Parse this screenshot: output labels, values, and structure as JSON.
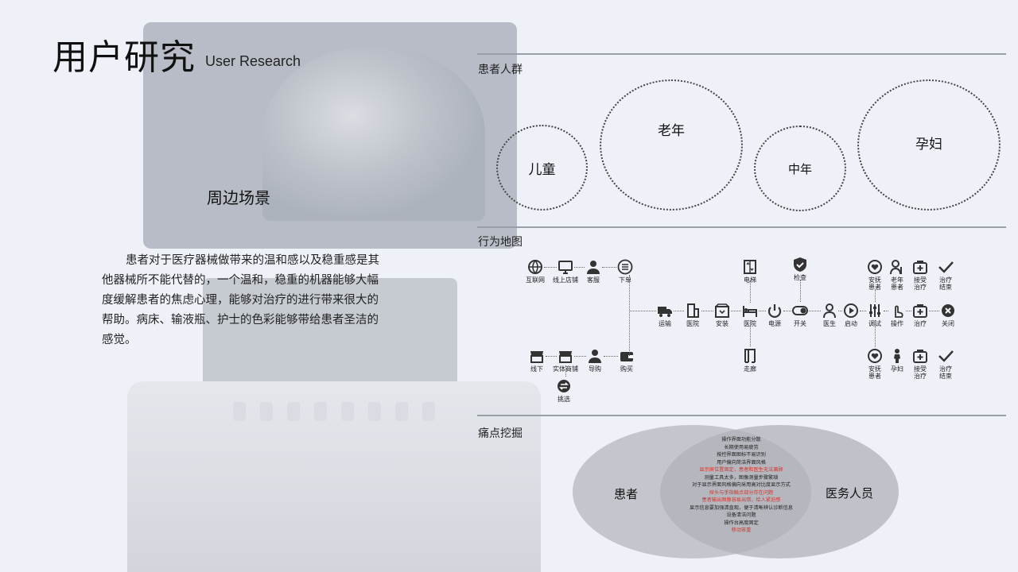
{
  "header": {
    "title_cn": "用户研究",
    "title_en": "User Research"
  },
  "scene": {
    "title": "周边场景",
    "description": "患者对于医疗器械做带来的温和感以及稳重感是其他器械所不能代替的，一个温和，稳重的机器能够大幅度缓解患者的焦虑心理，能够对治疗的进行带来很大的帮助。病床、输液瓶、护士的色彩能够带给患者圣洁的感觉。"
  },
  "patients": {
    "label": "患者人群",
    "groups": [
      "儿童",
      "老年",
      "中年",
      "孕妇"
    ]
  },
  "behavior": {
    "label": "行为地图",
    "top_left": [
      "互联网",
      "线上店铺",
      "客服",
      "下单"
    ],
    "bottom_left": [
      "线下",
      "实体商铺",
      "导购",
      "购买",
      "挑选"
    ],
    "main_row": [
      "运输",
      "医院",
      "安装",
      "医院",
      "电源",
      "开关",
      "医生",
      "启动",
      "调试",
      "操作",
      "治疗",
      "关闭"
    ],
    "branch_up": [
      "电梯",
      "检查"
    ],
    "branch_down": [
      "走廊"
    ],
    "top_right": [
      "安抚\n患者",
      "老年\n患者",
      "接受\n治疗",
      "治疗\n结束"
    ],
    "bottom_right": [
      "安抚\n患者",
      "孕妇",
      "接受\n治疗",
      "治疗\n结束"
    ]
  },
  "pain_points": {
    "label": "痛点挖掘",
    "left": "患者",
    "right": "医务人员",
    "items": [
      {
        "text": "操作界面功能分散",
        "red": false
      },
      {
        "text": "长期使用易疲劳",
        "red": false
      },
      {
        "text": "按控界面图标不易识别",
        "red": false
      },
      {
        "text": "用户偏向简洁界面风格",
        "red": false
      },
      {
        "text": "显示屏位置固定，患者和医生无法兼顾",
        "red": true
      },
      {
        "text": "测量工具太多，图像测量步骤繁琐",
        "red": false
      },
      {
        "text": "对于显示界面风格偏向采用高对比度显示方式",
        "red": false
      },
      {
        "text": "探头与手指触点部分存在问题",
        "red": true
      },
      {
        "text": "患者输出图像容易出错，给人紧迫感",
        "red": true
      },
      {
        "text": "显示信息要加强清直观，便于清晰辨认诊断信息",
        "red": false
      },
      {
        "text": "设备清洁问题",
        "red": false
      },
      {
        "text": "操作台高度固定",
        "red": false
      },
      {
        "text": "移动笨重",
        "red": true
      }
    ]
  },
  "colors": {
    "accent_red": "#d9332c",
    "line": "#9a9ea6"
  }
}
